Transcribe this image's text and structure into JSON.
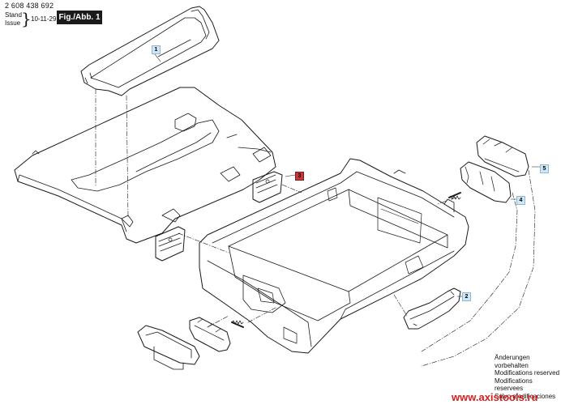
{
  "header": {
    "part_number": "2 608 438 692",
    "stand_label": "Stand",
    "issue_label": "Issue",
    "issue_date": "10-11-29",
    "fig_label": "Fig./Abb. 1"
  },
  "callouts": [
    {
      "id": "1",
      "style": "blue"
    },
    {
      "id": "2",
      "style": "blue"
    },
    {
      "id": "3",
      "style": "red"
    },
    {
      "id": "4",
      "style": "blue"
    },
    {
      "id": "5",
      "style": "blue"
    }
  ],
  "footer": {
    "modifications": [
      "Änderungen vorbehalten",
      "Modifications reserved",
      "Modifications reservees",
      "Salvo modificaciones"
    ],
    "website": "www.axistools.ru"
  },
  "colors": {
    "line": "#1a1a1a",
    "callout_blue": "#cfe6f7",
    "callout_red": "#c93636",
    "website": "#d71e1e"
  }
}
